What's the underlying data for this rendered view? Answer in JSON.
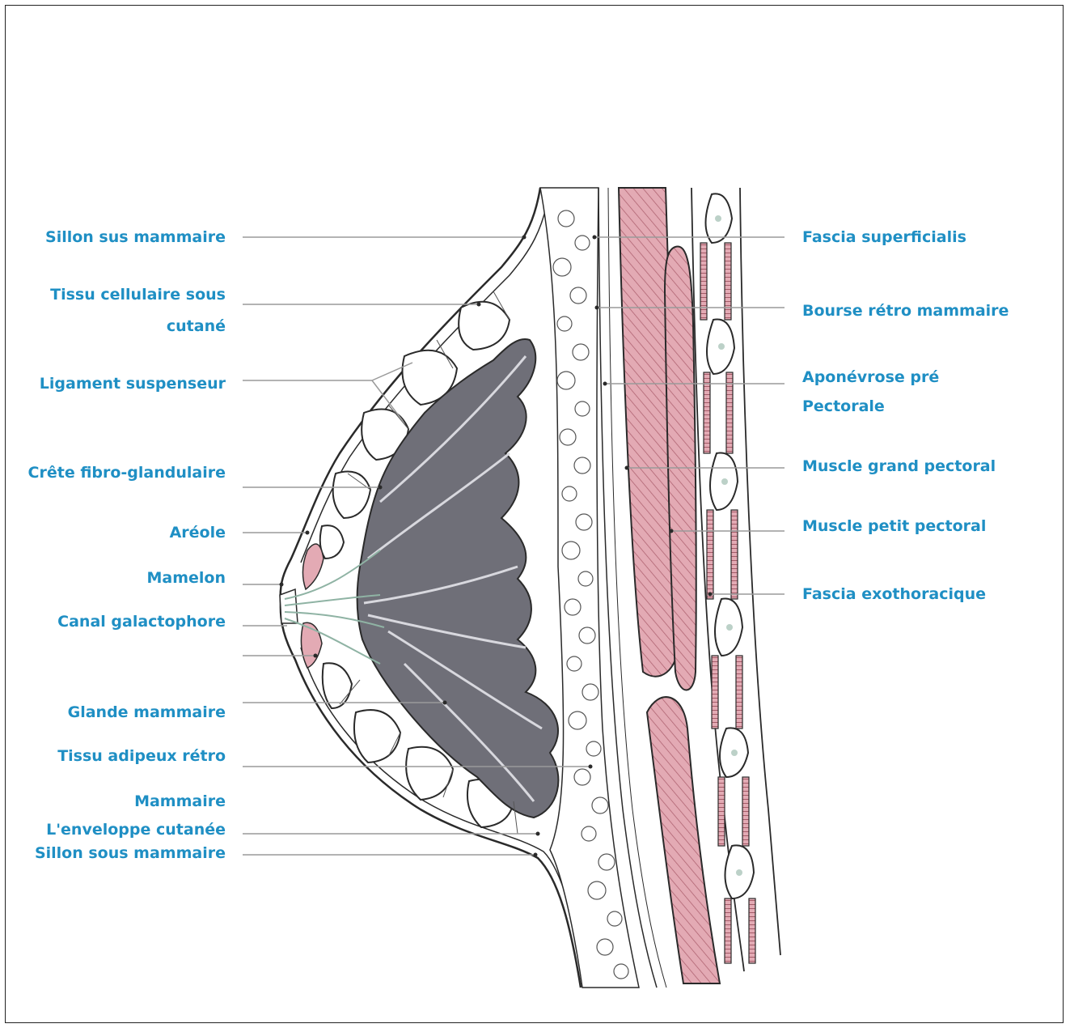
{
  "colors": {
    "label_blue": "#1f8fc4",
    "gland_gray": "#6f6f78",
    "muscle_pink": "#e3aab4",
    "leader_gray": "#9a9a9a"
  },
  "labels_left": [
    {
      "id": "sillon-sus",
      "text": "Sillon sus mammaire"
    },
    {
      "id": "tissu-cell-1",
      "text": "Tissu cellulaire sous"
    },
    {
      "id": "tissu-cell-2",
      "text": "cutané"
    },
    {
      "id": "ligament",
      "text": "Ligament suspenseur"
    },
    {
      "id": "crete",
      "text": "Crête fibro-glandulaire"
    },
    {
      "id": "areole",
      "text": "Aréole"
    },
    {
      "id": "mamelon",
      "text": "Mamelon"
    },
    {
      "id": "canal",
      "text": "Canal galactophore"
    },
    {
      "id": "glande",
      "text": "Glande mammaire"
    },
    {
      "id": "adipeux-1",
      "text": "Tissu adipeux rétro"
    },
    {
      "id": "adipeux-2",
      "text": "Mammaire"
    },
    {
      "id": "enveloppe",
      "text": "L'enveloppe cutanée"
    },
    {
      "id": "sillon-sous",
      "text": "Sillon sous mammaire"
    }
  ],
  "labels_right": [
    {
      "id": "fascia-sup",
      "text": "Fascia superficialis"
    },
    {
      "id": "bourse",
      "text": "Bourse rétro mammaire"
    },
    {
      "id": "aponevrose-1",
      "text": "Aponévrose pré"
    },
    {
      "id": "aponevrose-2",
      "text": "Pectorale"
    },
    {
      "id": "grand-pectoral",
      "text": "Muscle grand pectoral"
    },
    {
      "id": "petit-pectoral",
      "text": "Muscle petit pectoral"
    },
    {
      "id": "fascia-exo",
      "text": "Fascia exothoracique"
    }
  ]
}
